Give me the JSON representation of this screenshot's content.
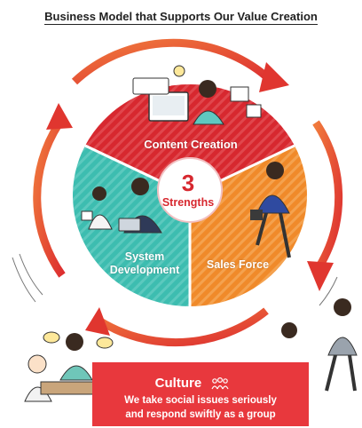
{
  "title": "Business Model that Supports Our Value Creation",
  "center": {
    "number": "3",
    "word": "Strengths"
  },
  "segments": {
    "content": "Content Creation",
    "system_line1": "System",
    "system_line2": "Development",
    "sales": "Sales Force"
  },
  "culture": {
    "title": "Culture",
    "line1": "We take social issues seriously",
    "line2": "and respond swiftly as a group"
  },
  "colors": {
    "content": "#d7282f",
    "system": "#3dbdb0",
    "sales": "#f08a2a",
    "arrow": "#e24a31",
    "culture": "#e8383d"
  },
  "icons": [
    "people-group-icon",
    "lightbulb-icon",
    "computer-icon",
    "document-icon"
  ]
}
